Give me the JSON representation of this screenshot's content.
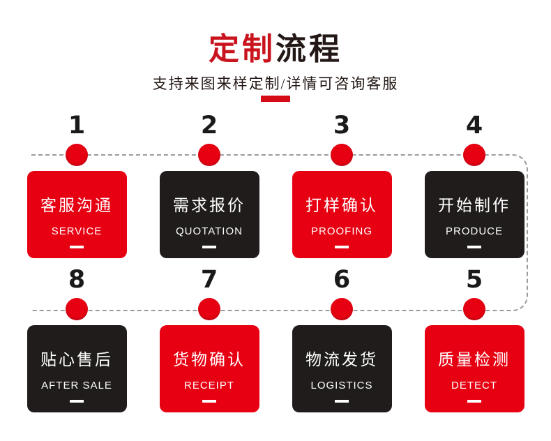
{
  "header": {
    "title_red": "定制",
    "title_black": "流程",
    "subtitle": "支持来图来样定制/详情可咨询客服"
  },
  "colors": {
    "accent_red": "#e60012",
    "card_black": "#1f1c1b",
    "title_red": "#c9141e",
    "dash_line": "#9b9b9b"
  },
  "steps": [
    {
      "number": "1",
      "cn": "客服沟通",
      "en": "SERVICE",
      "variant": "red"
    },
    {
      "number": "2",
      "cn": "需求报价",
      "en": "QUOTATION",
      "variant": "black"
    },
    {
      "number": "3",
      "cn": "打样确认",
      "en": "PROOFING",
      "variant": "red"
    },
    {
      "number": "4",
      "cn": "开始制作",
      "en": "PRODUCE",
      "variant": "black"
    },
    {
      "number": "8",
      "cn": "贴心售后",
      "en": "AFTER SALE",
      "variant": "black"
    },
    {
      "number": "7",
      "cn": "货物确认",
      "en": "RECEIPT",
      "variant": "red"
    },
    {
      "number": "6",
      "cn": "物流发货",
      "en": "LOGISTICS",
      "variant": "black"
    },
    {
      "number": "5",
      "cn": "质量检测",
      "en": "DETECT",
      "variant": "red"
    }
  ]
}
